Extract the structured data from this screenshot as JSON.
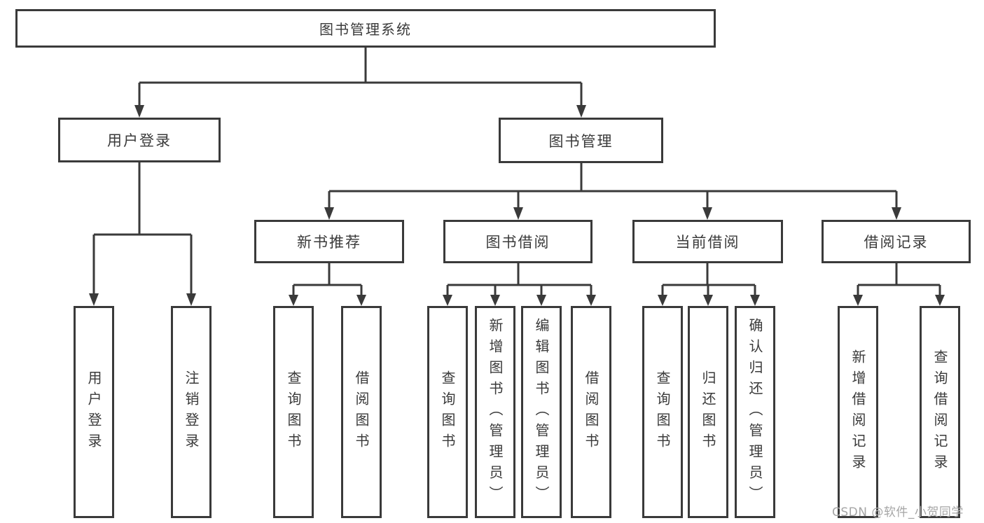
{
  "colors": {
    "line": "#3a3a3a",
    "text": "#3a3a3a",
    "background": "#ffffff",
    "watermark": "#a6a6a6"
  },
  "tree": {
    "root": {
      "label": "图书管理系统"
    },
    "branches": [
      {
        "label": "用户登录",
        "children": [
          "用户登录",
          "注销登录"
        ]
      },
      {
        "label": "图书管理",
        "groups": [
          {
            "label": "新书推荐",
            "children": [
              "查询图书",
              "借阅图书"
            ]
          },
          {
            "label": "图书借阅",
            "children": [
              "查询图书",
              "新增图书（管理员）",
              "编辑图书（管理员）",
              "借阅图书"
            ]
          },
          {
            "label": "当前借阅",
            "children": [
              "查询图书",
              "归还图书",
              "确认归还（管理员）"
            ]
          },
          {
            "label": "借阅记录",
            "children": [
              "新增借阅记录",
              "查询借阅记录"
            ]
          }
        ]
      }
    ]
  },
  "watermark": {
    "text": "CSDN @软件_小贺同学"
  }
}
